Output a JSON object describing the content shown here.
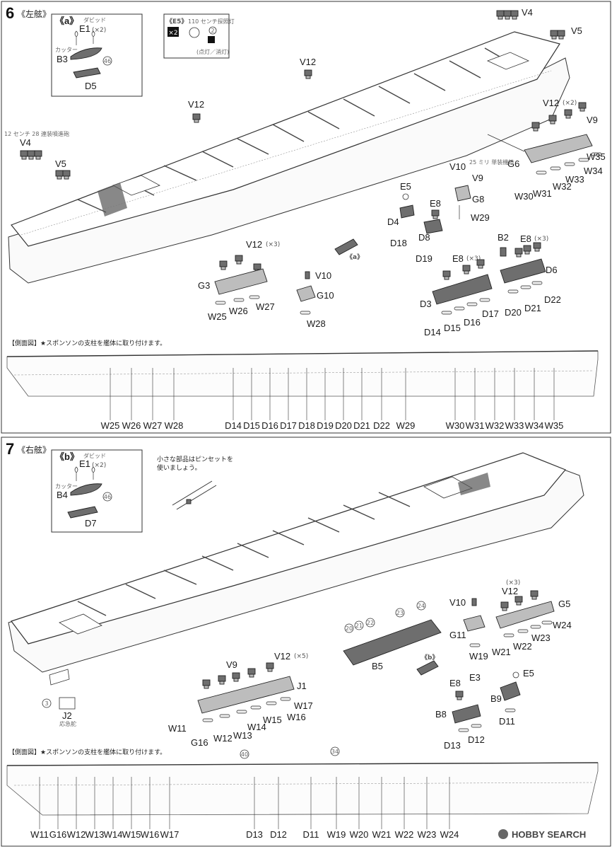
{
  "watermark": "HOBBY SEARCH",
  "step6": {
    "number": "6",
    "side": "《左舷》",
    "inset_a": {
      "title": "《a》",
      "davit_note": "ダビッド",
      "e1": "E1",
      "e1_count": "(×2)",
      "cutter_note": "カッター",
      "b3": "B3",
      "marker": "46",
      "d5": "D5"
    },
    "inset_e5": {
      "title": "《E5》",
      "subtitle": "110 センチ探照灯",
      "qty": "×2",
      "marker": "2",
      "lamp_note": "(点灯／消灯)"
    },
    "ship_labels": {
      "gun_note": "12 センチ 28 連装噴進砲",
      "v4_stern": "V4",
      "v5_stern": "V5",
      "v12_a": "V12",
      "v12_b": "V12",
      "v4_bow": "V4",
      "v5_bow": "V5",
      "v12_x2": "V12",
      "v12_x2_count": "(×2)",
      "v9_bow": "V9",
      "g6": "G6",
      "w35": "W35",
      "w34": "W34",
      "w33": "W33",
      "w32": "W32",
      "w31": "W31",
      "w30": "W30",
      "v10_top": "V10",
      "v10_note": "25 ミリ\n単装機銃",
      "v9_top": "V9",
      "g8": "G8",
      "w29": "W29",
      "e5": "E5",
      "d4": "D4",
      "e8_a": "E8",
      "d8": "D8",
      "b2": "B2",
      "e8_x3_a": "E8",
      "e8_x3_a_count": "(×3)",
      "d6": "D6",
      "d18": "D18",
      "d19": "D19",
      "e8_x3_b": "E8",
      "e8_x3_b_count": "(×3)",
      "d22": "D22",
      "d21": "D21",
      "d20": "D20",
      "d3": "D3",
      "d17": "D17",
      "d16": "D16",
      "d15": "D15",
      "d14": "D14",
      "a_ref": "《a》",
      "v12_x3": "V12",
      "v12_x3_count": "(×3)",
      "g3": "G3",
      "w25": "W25",
      "w26": "W26",
      "w27": "W27",
      "v10_low": "V10",
      "g10": "G10",
      "w28": "W28"
    },
    "side_view": {
      "heading": "【側面図】★スポンソンの支柱を艦体に取り付けます。",
      "labels": [
        "W25",
        "W26",
        "W27",
        "W28",
        "D14",
        "D15",
        "D16",
        "D17",
        "D18",
        "D19",
        "D20",
        "D21",
        "D22",
        "W29",
        "W30",
        "W31",
        "W32",
        "W33",
        "W34",
        "W35"
      ]
    }
  },
  "step7": {
    "number": "7",
    "side": "《右舷》",
    "inset_b": {
      "title": "《b》",
      "davit_note": "ダビッド",
      "e1": "E1",
      "e1_count": "(×2)",
      "cutter_note": "カッター",
      "b4": "B4",
      "marker": "46",
      "d7": "D7"
    },
    "tweezers_note": "小さな部品はピンセットを\n使いましょう。",
    "ship_labels": {
      "v12_x3": "V12",
      "v12_x3_count": "(×3)",
      "g5": "G5",
      "w24": "W24",
      "w23": "W23",
      "w22": "W22",
      "w21": "W21",
      "v10": "V10",
      "g11": "G11",
      "w19": "W19",
      "m20": "20",
      "m21": "21",
      "m22": "22",
      "m23": "23",
      "m24": "24",
      "b5": "B5",
      "b_ref": "《b》",
      "e5": "E5",
      "b9": "B9",
      "d11": "D11",
      "e8": "E8",
      "e3": "E3",
      "b8": "B8",
      "d13": "D13",
      "d12": "D12",
      "v12_x5": "V12",
      "v12_x5_count": "(×5)",
      "v9": "V9",
      "j1": "J1",
      "w17": "W17",
      "w16": "W16",
      "w15": "W15",
      "w14": "W14",
      "w13": "W13",
      "w12": "W12",
      "w11": "W11",
      "g16": "G16",
      "m3": "3",
      "j2": "J2",
      "j2_note": "応急舵"
    },
    "side_view": {
      "heading": "【側面図】★スポンソンの支柱を艦体に取り付けます。",
      "marker_40": "40",
      "marker_34": "34",
      "labels": [
        "W11",
        "G16",
        "W12",
        "W13",
        "W14",
        "W15",
        "W16",
        "W17",
        "D13",
        "D12",
        "D11",
        "W19",
        "W20",
        "W21",
        "W22",
        "W23",
        "W24"
      ]
    }
  }
}
